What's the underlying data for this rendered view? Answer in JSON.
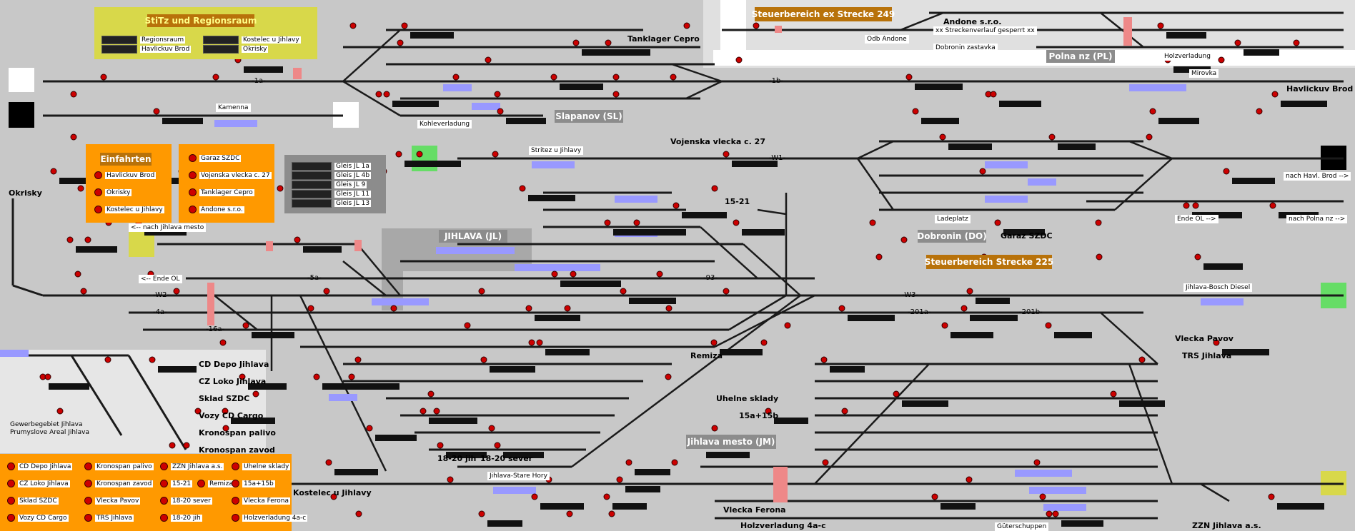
{
  "panels": {
    "stitz": {
      "title": "StiTz und Regionsraum",
      "items": [
        "Regionsraum",
        "Kostelec u Jihlavy",
        "Havlickuv Brod",
        "Okrisky"
      ]
    },
    "einfahrten": {
      "title": "Einfahrten",
      "left": [
        "Havlickuv Brod",
        "Okrisky",
        "Kostelec u Jihlavy"
      ],
      "right": [
        "Garaz SZDC",
        "Vojenska vlecka c. 27",
        "Tanklager Cepro",
        "Andone s.r.o."
      ]
    },
    "gleis": {
      "items": [
        "Gleis JL 1a",
        "Gleis JL 4b",
        "Gleis JL 9",
        "Gleis JL 11",
        "Gleis JL 13"
      ]
    },
    "bottom_legend": [
      [
        "CD Depo Jihlava",
        "Kronospan palivo",
        "ZZN Jihlava a.s.",
        "Uhelne sklady"
      ],
      [
        "CZ Loko Jihlava",
        "Kronospan zavod",
        "15-21",
        "Remiza",
        "15a+15b"
      ],
      [
        "Sklad SZDC",
        "Vlecka Pavov",
        "18-20 sever",
        "Vlecka Ferona"
      ],
      [
        "Vozy CD Cargo",
        "TRS Jihlava",
        "18-20 jih",
        "Holzverladung 4a-c"
      ]
    ]
  },
  "headers": {
    "steuer249": "Steuerbereich ex Strecke 249",
    "steuer225": "Steuerbereich Strecke 225",
    "jihlava": "JIHLAVA (JL)",
    "slapanov": "Slapanov (SL)",
    "polna": "Polna nz (PL)",
    "dobronin": "Dobronin (DO)",
    "jihlava_mesto": "Jihlava mesto (JM)"
  },
  "places": {
    "okrisky": "Okrisky",
    "tanklager": "Tanklager Cepro",
    "andone": "Andone s.r.o.",
    "havlickuv": "Havlickuv Brod",
    "vojenska": "Vojenska vlecka c. 27",
    "garaz": "Garaz SZDC",
    "vlecka_pavov": "Vlecka Pavov",
    "trs": "TRS Jihlava",
    "remiza": "Remiza",
    "uhelne": "Uhelne sklady",
    "p15ab": "15a+15b",
    "p1521": "15-21",
    "p1820j": "18-20 jih",
    "p1820s": "18-20 sever",
    "kostelec": "Kostelec u Jihlavy",
    "vlecka_ferona": "Vlecka Ferona",
    "holzverladung": "Holzverladung 4a-c",
    "zzn": "ZZN Jihlava a.s.",
    "cd_depo": "CD Depo Jihlava",
    "cz_loko": "CZ Loko Jihlava",
    "sklad": "Sklad SZDC",
    "vozy": "Vozy CD Cargo",
    "kron_palivo": "Kronospan palivo",
    "kron_zavod": "Kronospan zavod",
    "gewerbe1": "Gewerbegebiet Jihlava",
    "gewerbe2": "Prumyslove Areal Jihlava"
  },
  "tags": {
    "kamenna": "Kamenna",
    "kohle": "Kohleverladung",
    "stritez": "Stritez u Jihlavy",
    "odb_andone": "Odb Andone",
    "streckenverlauf": "xx Streckenverlauf gesperrt xx",
    "dobronin_z": "Dobronin zastavka",
    "holzverladung_top": "Holzverladung",
    "mirovka": "Mirovka",
    "ladeplatz": "Ladeplatz",
    "ende_ol_r": "Ende OL -->",
    "nach_havl": "nach Havl. Brod -->",
    "nach_polna": "nach Polna nz -->",
    "nach_mesto": "<-- nach Jihlava mesto",
    "ende_ol_l": "<-- Ende OL",
    "bosch": "Jihlava-Bosch Diesel",
    "stare_hory": "Jihlava-Stare Hory",
    "gutershuppen": "Güterschuppen"
  },
  "tracks": {
    "t1a": "-1a-",
    "t1b": "-1b-",
    "tW1": "-W1-",
    "tW2": "-W2-",
    "tW3": "-W3-",
    "t201a": "-201a-",
    "t201b": "-201b-",
    "t93": "-93-",
    "t5a": "-5a-",
    "t4a": "-4a-",
    "t16a": "-16a-"
  },
  "colors": {
    "background": "#c8c8c8",
    "orange": "#ff9900",
    "yellow": "#d8d84a",
    "brown": "#b8720a",
    "green": "#66dd66",
    "signal_red": "#cc0000",
    "blue_track": "#9999ff"
  }
}
